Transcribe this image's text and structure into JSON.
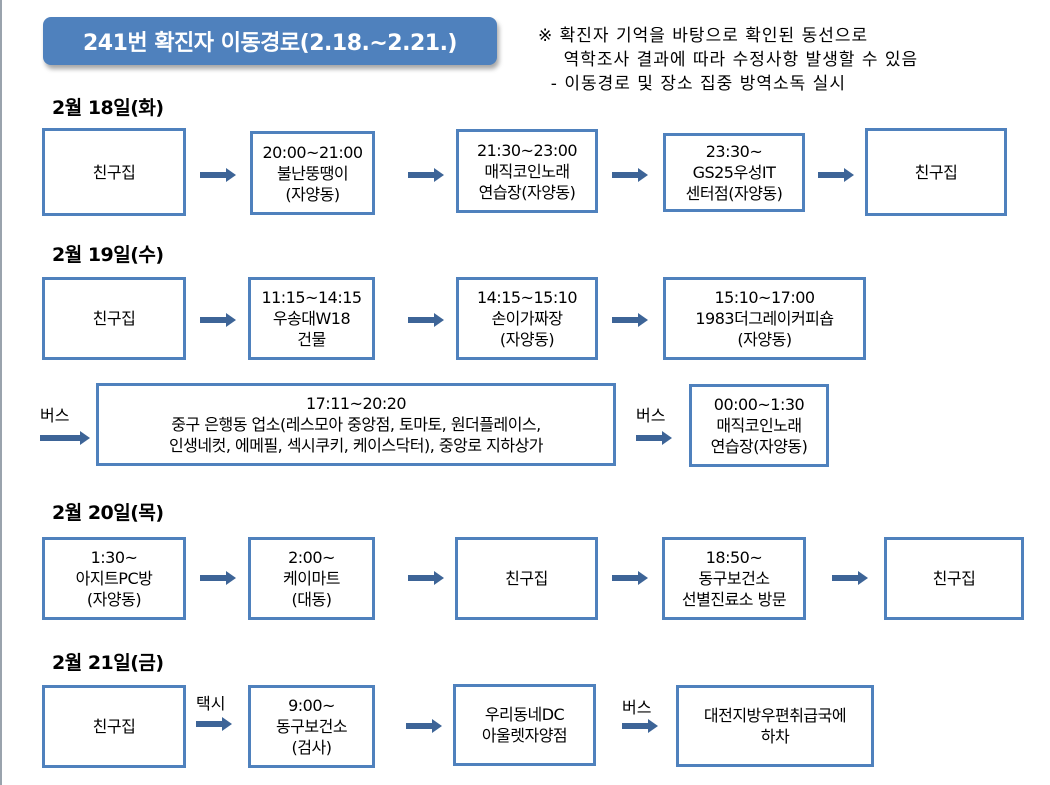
{
  "title": "241번 확진자 이동경로(2.18.~2.21.)",
  "note": [
    "※ 확진자 기억을 바탕으로 확인된 동선으로",
    "    역학조사 결과에 따라 수정사항 발생할 수 있음",
    "  - 이동경로 및 장소 집중 방역소독 실시"
  ],
  "days": [
    {
      "date": "2월 18일(화)",
      "boxes": [
        [
          "친구집"
        ],
        [
          "20:00~21:00",
          "불난뚱땡이",
          "(자양동)"
        ],
        [
          "21:30~23:00",
          "매직코인노래",
          "연습장(자양동)"
        ],
        [
          "23:30~",
          "GS25우성IT",
          "센터점(자양동)"
        ],
        [
          "친구집"
        ]
      ]
    },
    {
      "date": "2월 19일(수)",
      "boxes": [
        [
          "친구집"
        ],
        [
          "11:15~14:15",
          "우송대W18",
          "건물"
        ],
        [
          "14:15~15:10",
          "손이가짜장",
          "(자양동)"
        ],
        [
          "15:10~17:00",
          "1983더그레이커피숍",
          "(자양동)"
        ]
      ],
      "row2": {
        "transport1": "버스",
        "box1": [
          "17:11~20:20",
          "중구 은행동 업소(레스모아 중앙점, 토마토, 원더플레이스,",
          "인생네컷, 에메필, 섹시쿠키, 케이스닥터), 중앙로 지하상가"
        ],
        "transport2": "버스",
        "box2": [
          "00:00~1:30",
          "매직코인노래",
          "연습장(자양동)"
        ]
      }
    },
    {
      "date": "2월 20일(목)",
      "boxes": [
        [
          "1:30~",
          "아지트PC방",
          "(자양동)"
        ],
        [
          "2:00~",
          "케이마트",
          "(대동)"
        ],
        [
          "친구집"
        ],
        [
          "18:50~",
          "동구보건소",
          "선별진료소 방문"
        ],
        [
          "친구집"
        ]
      ]
    },
    {
      "date": "2월 21일(금)",
      "boxes": [
        [
          "친구집"
        ],
        [
          "9:00~",
          "동구보건소",
          "(검사)"
        ],
        [
          "우리동네DC",
          "아울렛자양점"
        ],
        [
          "대전지방우편취급국에",
          "하차"
        ]
      ],
      "transport1": "택시",
      "transport2": "버스"
    }
  ]
}
